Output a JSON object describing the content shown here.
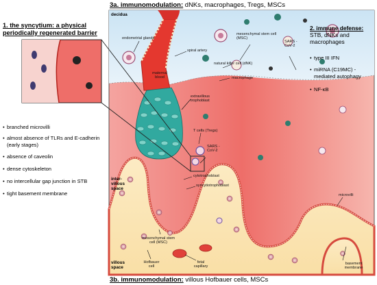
{
  "heading_3a": {
    "title": "3a. immunomodulation:",
    "text": " dNKs, macrophages, Tregs, MSCs"
  },
  "heading_3b": {
    "title": "3b. immunomodulation:",
    "text": " villous Hofbauer cells, MSCs"
  },
  "left_panel": {
    "title_line1": "1. the syncytium: a physical",
    "title_line2": "periodically regenerated barrier",
    "bullets": [
      "branched microvilli",
      "almost absence of TLRs and E-cadherin (early stages)",
      "absence of caveolin",
      "dense cytoskeleton",
      "no intercellular gap junction in STB",
      "tight basement membrane"
    ]
  },
  "right_panel": {
    "title_line1": "2. immune defense:",
    "title_line2": "STB, dNKs and",
    "title_line3": "macrophages",
    "bullets": [
      "type III IFN",
      "miRNA (C19MC) - mediated autophagy",
      "NF-κB"
    ]
  },
  "labels": {
    "decidua": "decidua",
    "endometrial_glands": "endometrial glands",
    "spiral_artery": "spiral artery",
    "mesenchymal_stem_cell_top": "mesenchymal stem cell (MSC)",
    "sars_top": "SARS -CoV-2",
    "natural_killer": "natural killer cell (dNK)",
    "macrophage": "macrophage",
    "maternal_blood": "maternal blood",
    "extravillous": "extravillous trophoblast",
    "t_cells": "T cells (Tregs)",
    "sars_mid": "SARS -CoV-2",
    "cytotrophoblast": "cytotrophoblast",
    "syncytiotrophoblast": "syncytiotrophoblast",
    "intervillous": "inter- villous space",
    "microvilli": "microvilli",
    "mesenchymal_stem_cell_bottom": "mesenchymal stem cell (MSC)",
    "hofbauer": "Hofbauer cell",
    "fetal_capillary": "fetal capillary",
    "basement_membrane": "basement membrane",
    "villous_space": "villous space"
  },
  "colors": {
    "decidua_blue": "#cfe6f5",
    "maternal_red": "#e8302a",
    "villous_cream": "#fbe6b4",
    "trophoblast_teal": "#2fa7a0"
  }
}
